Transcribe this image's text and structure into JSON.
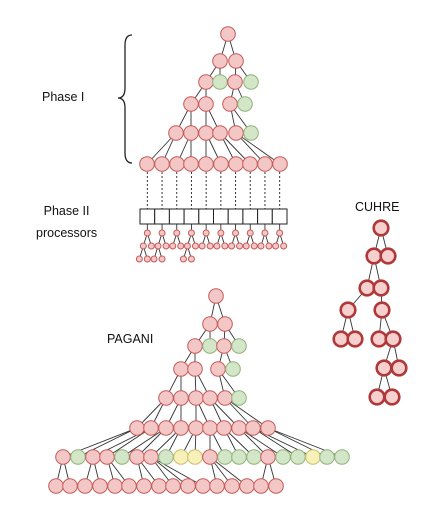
{
  "labels": {
    "phase1": "Phase I",
    "phase2_line1": "Phase II",
    "phase2_line2": "processors",
    "cuhre": "CUHRE",
    "pagani": "PAGANI"
  },
  "colors": {
    "red_fill": "#f4c7c7",
    "red_stroke": "#c75a5a",
    "green_fill": "#d3e6c8",
    "green_stroke": "#8fb37a",
    "yellow_fill": "#f7f0b8",
    "yellow_stroke": "#c9bf6a",
    "cuhre_fill": "#f6cfcf",
    "cuhre_stroke": "#b03838",
    "edge": "#333333",
    "box_stroke": "#222222"
  }
}
